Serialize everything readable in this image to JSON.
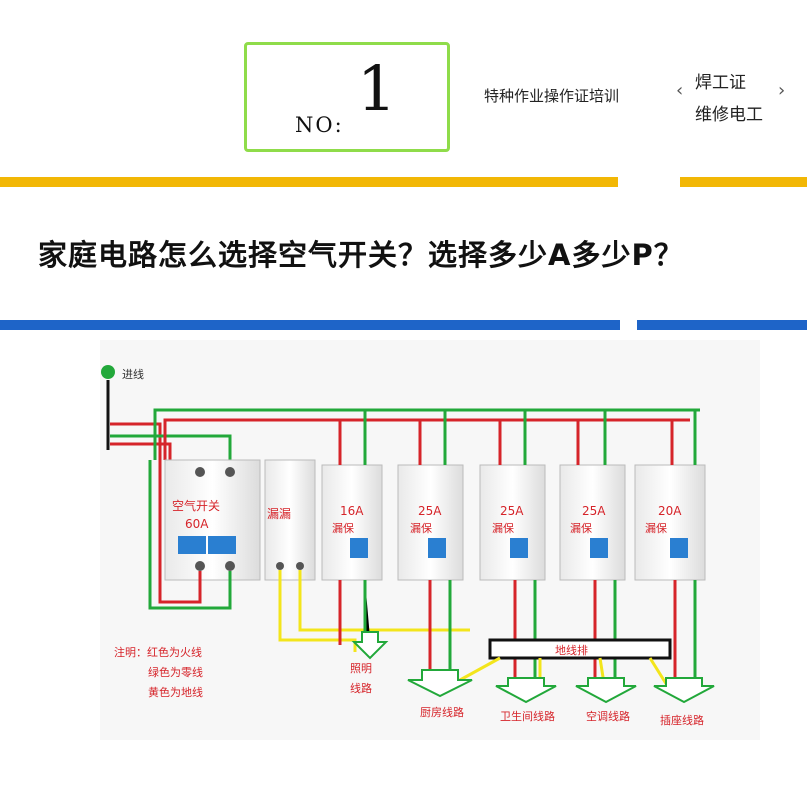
{
  "header": {
    "no_label": "NO:",
    "no_number": "1",
    "course": "特种作业操作证培训",
    "cert_line1": "焊工证",
    "cert_line2": "维修电工",
    "chevron_left": "‹",
    "chevron_right": "›"
  },
  "title": "家庭电路怎么选择空气开关？选择多少A多少P？",
  "colors": {
    "accent_yellow": "#f2b705",
    "accent_blue": "#1e64c8",
    "box_green": "#8fdc4a",
    "live_red": "#d6242a",
    "neutral_green": "#22a83a",
    "ground_yellow": "#f3e51c"
  },
  "diagram": {
    "inlet_label": "进线",
    "main_breaker": {
      "label": "空气开关",
      "rating": "60A"
    },
    "leakage_unit": {
      "label": "漏漏"
    },
    "breakers": [
      {
        "rating": "16A",
        "type": "漏保"
      },
      {
        "rating": "25A",
        "type": "漏保"
      },
      {
        "rating": "25A",
        "type": "漏保"
      },
      {
        "rating": "25A",
        "type": "漏保"
      },
      {
        "rating": "20A",
        "type": "漏保"
      }
    ],
    "ground_bar_label": "地线排",
    "circuits": [
      {
        "line1": "照明",
        "line2": "线路"
      },
      {
        "line1": "厨房线路",
        "line2": ""
      },
      {
        "line1": "卫生间线路",
        "line2": ""
      },
      {
        "line1": "空调线路",
        "line2": ""
      },
      {
        "line1": "插座线路",
        "line2": ""
      }
    ],
    "notes": {
      "head": "注明：红色为火线",
      "line2": "绿色为零线",
      "line3": "黄色为地线"
    }
  }
}
